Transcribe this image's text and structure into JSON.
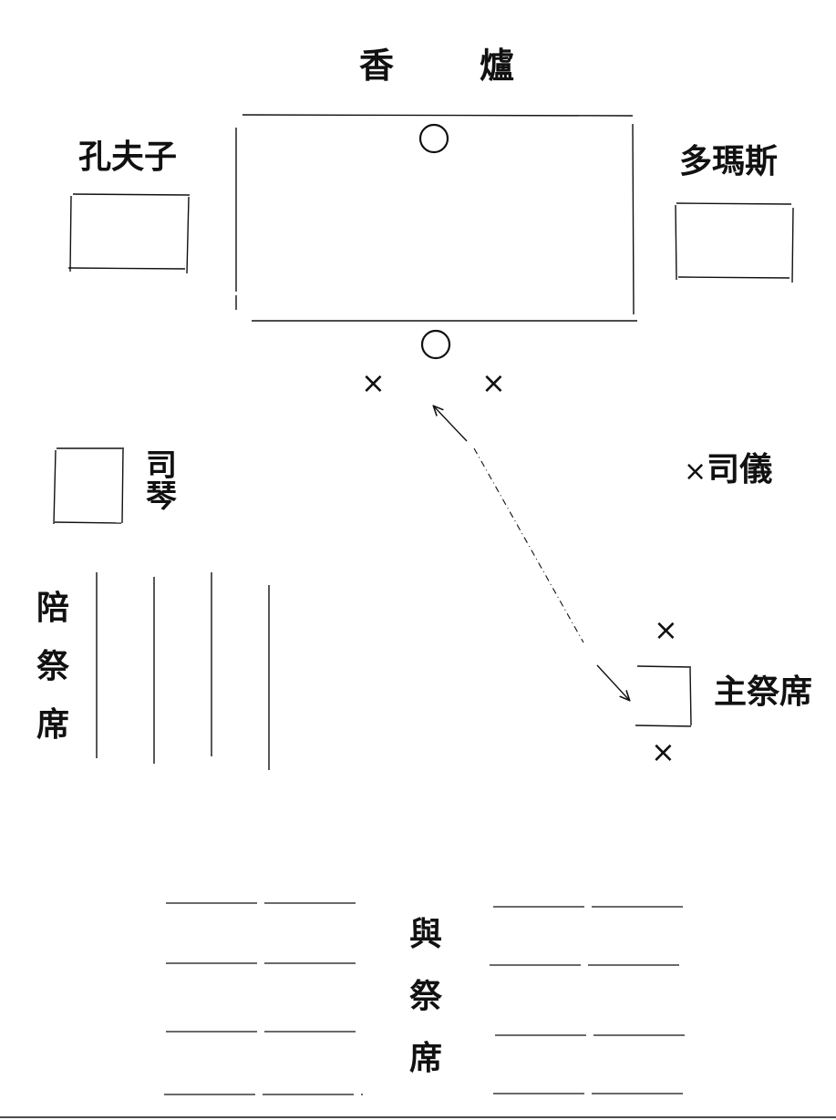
{
  "title": {
    "left_char": "香",
    "right_char": "爐"
  },
  "seats": {
    "confucius": "孔夫子",
    "thomas": "多瑪斯",
    "qin_player": [
      "司",
      "琴"
    ],
    "master_of_ceremonies": "司儀",
    "officiant": "主祭席",
    "assistant_rows": [
      "陪",
      "祭",
      "席"
    ],
    "participants": [
      "與",
      "祭",
      "席"
    ]
  },
  "markers": {
    "cross": "×"
  },
  "colors": {
    "ink": "#111111",
    "background": "#ffffff"
  }
}
